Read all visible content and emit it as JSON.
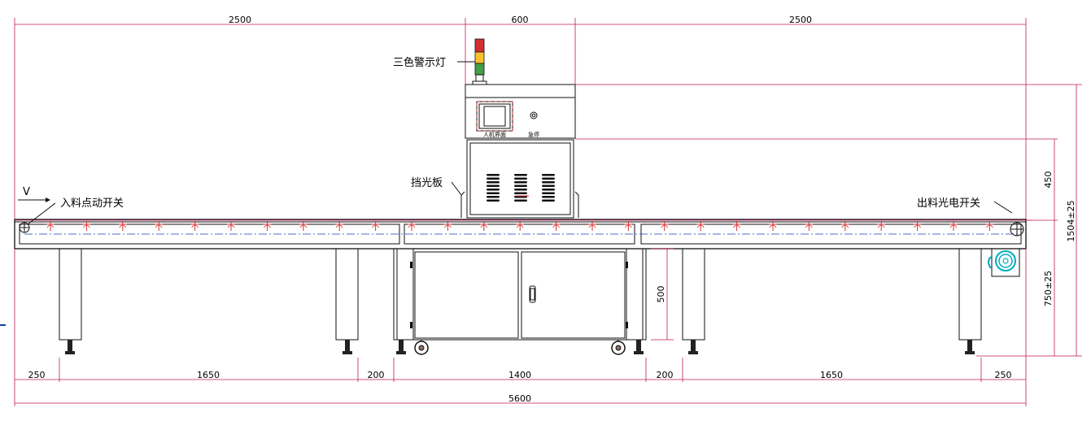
{
  "dimensions": {
    "top": [
      "2500",
      "600",
      "2500"
    ],
    "bottom": [
      "250",
      "1650",
      "200",
      "1400",
      "200",
      "1650",
      "250"
    ],
    "overall": "5600",
    "right_total": "1504±25",
    "right_upper": "450",
    "right_lower": "750±25",
    "cabinet_height": "500"
  },
  "callouts": {
    "tower_light": "三色警示灯",
    "light_shield": "挡光板",
    "infeed_switch": "入料点动开关",
    "outfeed_sensor": "出料光电开关",
    "direction": "V"
  },
  "panel": {
    "hmi": "人机界面",
    "estop": "急停"
  },
  "colors": {
    "dimension_line": "#c2185b",
    "roller_mark": "#d32f2f",
    "light_red": "#d32f2f",
    "light_yellow": "#fbc02d",
    "light_green": "#43a047",
    "sensor": "#00acc1",
    "centerline": "#1a3fb5"
  }
}
